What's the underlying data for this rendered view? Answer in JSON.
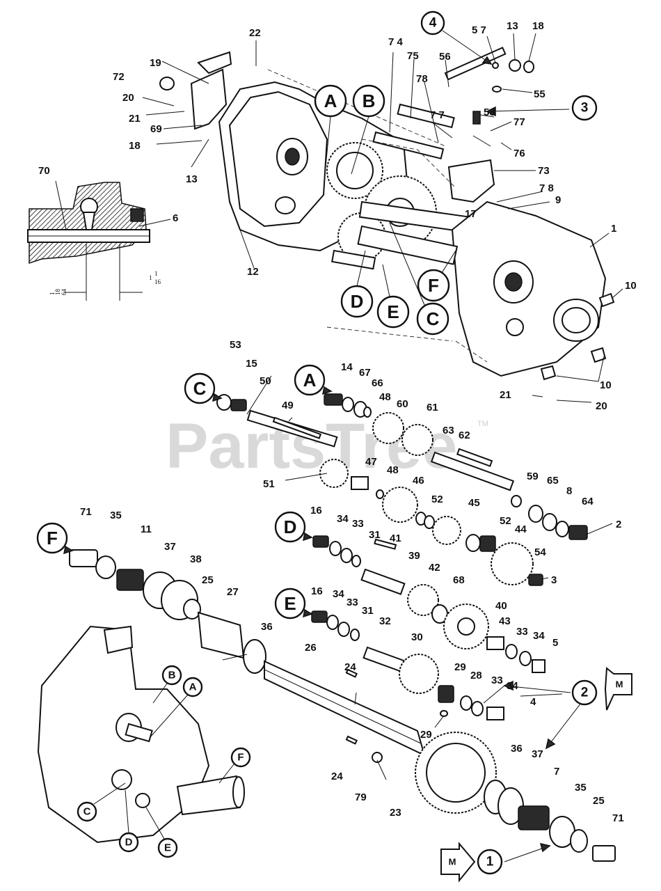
{
  "watermark": {
    "text": "PartsTree",
    "tm": "TM"
  },
  "callouts": {
    "c1": "1",
    "c2": "2",
    "c3": "3",
    "c4": "4",
    "m_top": "M",
    "m_bottom": "M"
  },
  "detail": {
    "d1": "1",
    "d1_sub": "18",
    "d1_den": "64",
    "d2": "1",
    "d2_sub": "1",
    "d2_den": "16"
  },
  "letters": {
    "A": "A",
    "B": "B",
    "C": "C",
    "D": "D",
    "E": "E",
    "F": "F"
  },
  "parts": [
    {
      "id": "p22",
      "t": "22"
    },
    {
      "id": "p19",
      "t": "19"
    },
    {
      "id": "p72",
      "t": "72"
    },
    {
      "id": "p20a",
      "t": "20"
    },
    {
      "id": "p21a",
      "t": "21"
    },
    {
      "id": "p69",
      "t": "69"
    },
    {
      "id": "p18a",
      "t": "18"
    },
    {
      "id": "p13a",
      "t": "13"
    },
    {
      "id": "p70",
      "t": "70"
    },
    {
      "id": "p6",
      "t": "6"
    },
    {
      "id": "p12",
      "t": "12"
    },
    {
      "id": "p74",
      "t": "7 4"
    },
    {
      "id": "p75",
      "t": "75"
    },
    {
      "id": "p78a",
      "t": "78"
    },
    {
      "id": "p56",
      "t": "56"
    },
    {
      "id": "p57",
      "t": "5 7"
    },
    {
      "id": "p13b",
      "t": "13"
    },
    {
      "id": "p18b",
      "t": "18"
    },
    {
      "id": "p55",
      "t": "55"
    },
    {
      "id": "p58",
      "t": "58"
    },
    {
      "id": "p77a",
      "t": "7 7"
    },
    {
      "id": "p77b",
      "t": "77"
    },
    {
      "id": "p76",
      "t": "76"
    },
    {
      "id": "p73",
      "t": "73"
    },
    {
      "id": "p78b",
      "t": "7 8"
    },
    {
      "id": "p9",
      "t": "9"
    },
    {
      "id": "p17",
      "t": "17"
    },
    {
      "id": "p1a",
      "t": "1"
    },
    {
      "id": "p10a",
      "t": "10"
    },
    {
      "id": "p10b",
      "t": "10"
    },
    {
      "id": "p21b",
      "t": "21"
    },
    {
      "id": "p20b",
      "t": "20"
    },
    {
      "id": "p53",
      "t": "53"
    },
    {
      "id": "p15",
      "t": "15"
    },
    {
      "id": "p50",
      "t": "50"
    },
    {
      "id": "p49",
      "t": "49"
    },
    {
      "id": "p51",
      "t": "51"
    },
    {
      "id": "p14",
      "t": "14"
    },
    {
      "id": "p67",
      "t": "67"
    },
    {
      "id": "p66",
      "t": "66"
    },
    {
      "id": "p48a",
      "t": "48"
    },
    {
      "id": "p60",
      "t": "60"
    },
    {
      "id": "p61",
      "t": "61"
    },
    {
      "id": "p63",
      "t": "63"
    },
    {
      "id": "p62",
      "t": "62"
    },
    {
      "id": "p47",
      "t": "47"
    },
    {
      "id": "p48b",
      "t": "48"
    },
    {
      "id": "p46",
      "t": "46"
    },
    {
      "id": "p52a",
      "t": "52"
    },
    {
      "id": "p45",
      "t": "45"
    },
    {
      "id": "p52b",
      "t": "52"
    },
    {
      "id": "p44",
      "t": "44"
    },
    {
      "id": "p59",
      "t": "59"
    },
    {
      "id": "p65",
      "t": "65"
    },
    {
      "id": "p8",
      "t": "8"
    },
    {
      "id": "p64",
      "t": "64"
    },
    {
      "id": "p2",
      "t": "2"
    },
    {
      "id": "p54",
      "t": "54"
    },
    {
      "id": "p3",
      "t": "3"
    },
    {
      "id": "p16a",
      "t": "16"
    },
    {
      "id": "p34a",
      "t": "34"
    },
    {
      "id": "p33a",
      "t": "33"
    },
    {
      "id": "p31a",
      "t": "31"
    },
    {
      "id": "p41",
      "t": "41"
    },
    {
      "id": "p39",
      "t": "39"
    },
    {
      "id": "p42",
      "t": "42"
    },
    {
      "id": "p68",
      "t": "68"
    },
    {
      "id": "p40",
      "t": "40"
    },
    {
      "id": "p43",
      "t": "43"
    },
    {
      "id": "p33b",
      "t": "33"
    },
    {
      "id": "p34b",
      "t": "34"
    },
    {
      "id": "p5",
      "t": "5"
    },
    {
      "id": "p71a",
      "t": "71"
    },
    {
      "id": "p35a",
      "t": "35"
    },
    {
      "id": "p11",
      "t": "11"
    },
    {
      "id": "p37a",
      "t": "37"
    },
    {
      "id": "p38",
      "t": "38"
    },
    {
      "id": "p25a",
      "t": "25"
    },
    {
      "id": "p27",
      "t": "27"
    },
    {
      "id": "p36a",
      "t": "36"
    },
    {
      "id": "p16b",
      "t": "16"
    },
    {
      "id": "p34c",
      "t": "34"
    },
    {
      "id": "p33c",
      "t": "33"
    },
    {
      "id": "p31b",
      "t": "31"
    },
    {
      "id": "p32",
      "t": "32"
    },
    {
      "id": "p30",
      "t": "30"
    },
    {
      "id": "p26",
      "t": "26"
    },
    {
      "id": "p24a",
      "t": "24"
    },
    {
      "id": "p29a",
      "t": "29"
    },
    {
      "id": "p28",
      "t": "28"
    },
    {
      "id": "p33d",
      "t": "33"
    },
    {
      "id": "p34d",
      "t": "34"
    },
    {
      "id": "p4",
      "t": "4"
    },
    {
      "id": "p29b",
      "t": "29"
    },
    {
      "id": "p24b",
      "t": "24"
    },
    {
      "id": "p79",
      "t": "79"
    },
    {
      "id": "p23",
      "t": "23"
    },
    {
      "id": "p36b",
      "t": "36"
    },
    {
      "id": "p37b",
      "t": "37"
    },
    {
      "id": "p7",
      "t": "7"
    },
    {
      "id": "p35b",
      "t": "35"
    },
    {
      "id": "p25b",
      "t": "25"
    },
    {
      "id": "p71b",
      "t": "71"
    }
  ]
}
